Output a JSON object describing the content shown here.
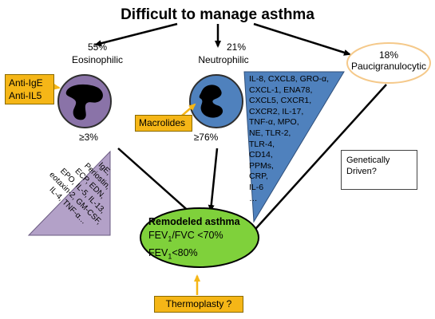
{
  "title": "Difficult to manage asthma",
  "eosinophilic": {
    "percent": "55%",
    "label": "Eosinophilic",
    "threshold": "≥3%",
    "treatments": [
      "Anti-IgE",
      "Anti-IL5"
    ],
    "markers": [
      "IgE,",
      "Periostin,",
      "ECP, EDN,",
      "EPO, IL-5, IL-13,",
      "eotaxin-2, GM-CSF,",
      "IL-4, TNF-α…"
    ]
  },
  "neutrophilic": {
    "percent": "21%",
    "label": "Neutrophilic",
    "threshold": "≥76%",
    "treatment": "Macrolides",
    "markers": [
      "IL-8, CXCL8, GRO-α,",
      "CXCL-1, ENA78,",
      "CXCL5, CXCR1,",
      "CXCR2, IL-17,",
      "TNF-α, MPO,",
      "NE, TLR-2,",
      "TLR-4,",
      "CD14,",
      "PPMs,",
      "CRP,",
      "IL-6",
      "…"
    ]
  },
  "paucigranulocytic": {
    "percent": "18%",
    "label": "Paucigranulocytic",
    "note": [
      "Genetically",
      "Driven?"
    ]
  },
  "remodeled": {
    "title": "Remodeled asthma",
    "line1_main": "FEV",
    "line1_sub": "1",
    "line1_rest": "/FVC <70%",
    "line2_main": "FEV",
    "line2_sub": "1",
    "line2_rest": "<80%",
    "treatment": "Thermoplasty ?"
  },
  "colors": {
    "eosinophil": "#8a73a8",
    "neutrophil": "#4f81bd",
    "treatment_box": "#f5b617",
    "remodeled": "#7fd13b",
    "arrow_yellow": "#f5b617"
  }
}
